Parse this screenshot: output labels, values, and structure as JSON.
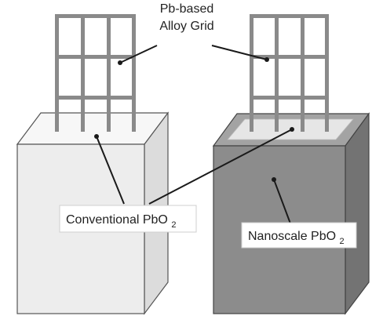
{
  "labels": {
    "grid_line1": "Pb-based",
    "grid_line2": "Alloy Grid",
    "conventional_main": "Conventional PbO",
    "conventional_sub": "2",
    "nanoscale_main": "Nanoscale PbO",
    "nanoscale_sub": "2"
  },
  "colors": {
    "grid_bars": "#8a8a8a",
    "grid_bars_dark": "#6d6d6d",
    "conventional_front": "#ededed",
    "conventional_top": "#f7f7f7",
    "conventional_side": "#dcdcdc",
    "nanoscale_front": "#8c8c8c",
    "nanoscale_top": "#a3a3a3",
    "nanoscale_side": "#737373",
    "nanoscale_top_inset": "#e6e6e6",
    "leader_line": "#1a1a1a",
    "label_box_border": "#cfcfcf"
  },
  "icons": {
    "electrode_conventional": "block-electrode-icon",
    "electrode_nanoscale": "block-electrode-icon",
    "grid": "lattice-grid-icon"
  }
}
